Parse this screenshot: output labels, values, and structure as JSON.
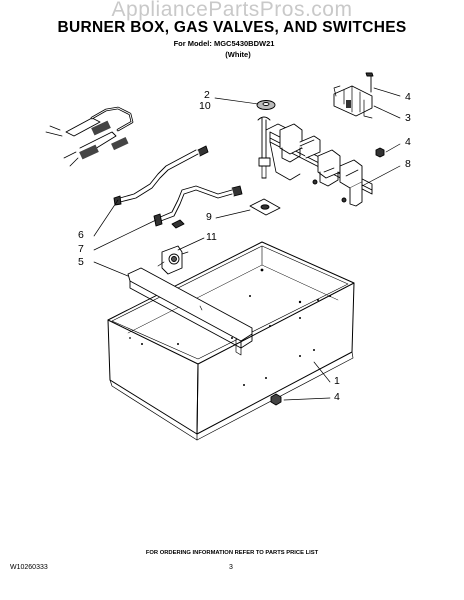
{
  "watermark": "AppliancePartsPros.com",
  "header": {
    "title": "BURNER BOX, GAS VALVES, AND SWITCHES",
    "model_line": "For Model: MGC5430BDW21",
    "color_line": "(White)"
  },
  "callouts": [
    "2",
    "10",
    "4",
    "3",
    "4",
    "8",
    "6",
    "7",
    "9",
    "11",
    "5",
    "1",
    "4"
  ],
  "footer": {
    "ordering_note": "FOR ORDERING INFORMATION REFER TO PARTS PRICE LIST",
    "doc_number": "W10260333",
    "page_number": "3"
  }
}
